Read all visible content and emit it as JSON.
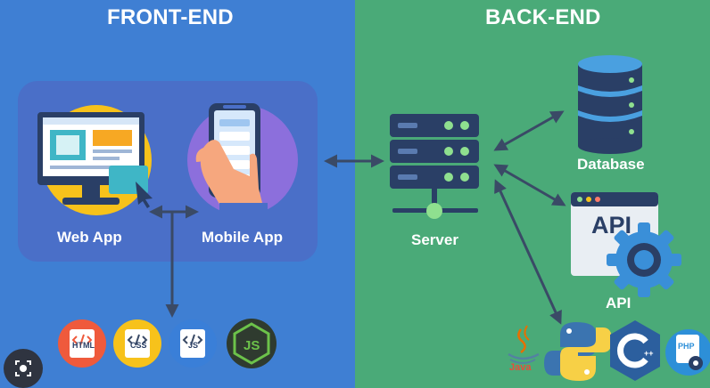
{
  "sections": {
    "frontend": {
      "title": "FRONT-END"
    },
    "backend": {
      "title": "BACK-END"
    }
  },
  "nodes": {
    "web_app": "Web App",
    "mobile_app": "Mobile App",
    "server": "Server",
    "database": "Database",
    "api": "API",
    "api_window_text": "API"
  },
  "tech": {
    "html": "HTML",
    "css": "CSS",
    "js": "JS",
    "node": "JS",
    "java": "Java",
    "php": "PHP",
    "cpp": "++"
  },
  "icons": {
    "web_app": "monitor-icon",
    "mobile_app": "phone-icon",
    "server": "server-rack-icon",
    "database": "database-icon",
    "api": "api-gear-icon",
    "lens": "lens-search-icon"
  },
  "colors": {
    "frontend_bg": "#3f7fd3",
    "backend_bg": "#4aaa78",
    "card_bg": "#4a6fc8",
    "arrow": "#3a4a66",
    "dark_navy": "#2a3f66",
    "yellow": "#f7c21b",
    "purple": "#8c6fdc"
  }
}
